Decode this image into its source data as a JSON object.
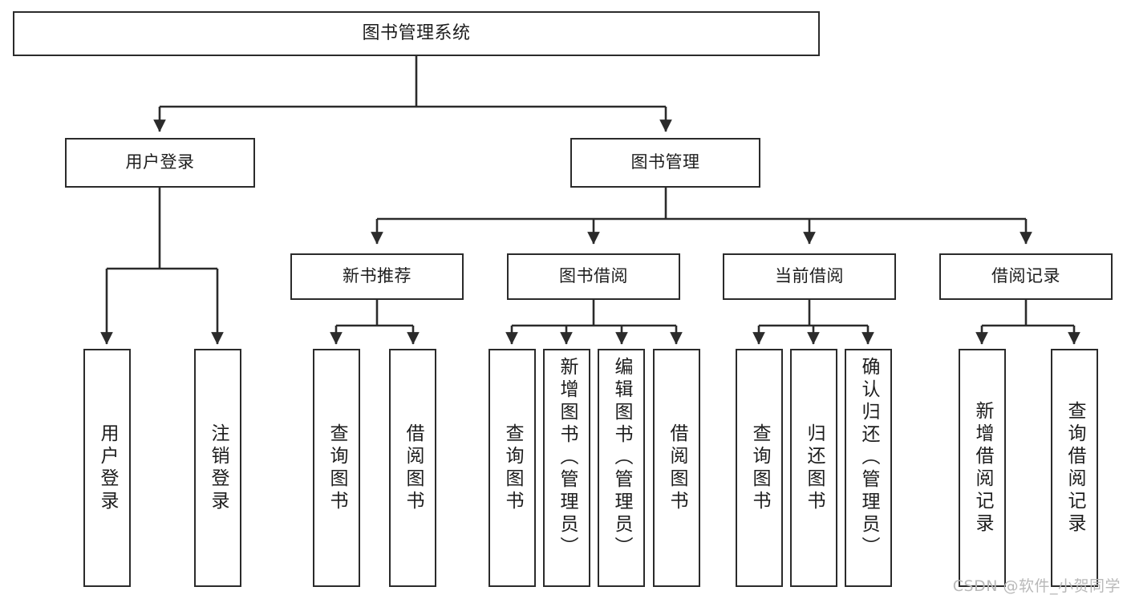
{
  "diagram": {
    "title": "图书管理系统",
    "type": "tree-hierarchy-functional-decomposition",
    "watermark": "CSDN @软件_小贺同学",
    "colors": {
      "stroke": "#2b2b2b",
      "fill": "#ffffff",
      "text": "#1d1d1d",
      "watermark": "#b9b9b9"
    },
    "nodes": {
      "root": {
        "label": "图书管理系统"
      },
      "level2": [
        {
          "label": "用户登录"
        },
        {
          "label": "图书管理"
        }
      ],
      "level3": [
        {
          "label": "新书推荐"
        },
        {
          "label": "图书借阅"
        },
        {
          "label": "当前借阅"
        },
        {
          "label": "借阅记录"
        }
      ],
      "leaves": [
        {
          "label": "用户登录"
        },
        {
          "label": "注销登录"
        },
        {
          "label": "查询图书"
        },
        {
          "label": "借阅图书"
        },
        {
          "label": "查询图书"
        },
        {
          "label": "新增图书（管理员）"
        },
        {
          "label": "编辑图书（管理员）"
        },
        {
          "label": "借阅图书"
        },
        {
          "label": "查询图书"
        },
        {
          "label": "归还图书"
        },
        {
          "label": "确认归还（管理员）"
        },
        {
          "label": "新增借阅记录"
        },
        {
          "label": "查询借阅记录"
        }
      ]
    }
  }
}
